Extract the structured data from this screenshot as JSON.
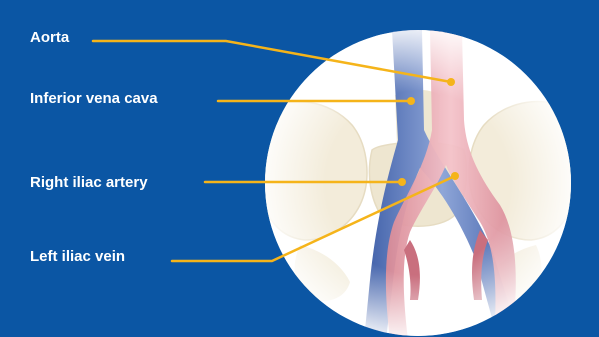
{
  "labels": {
    "aorta": "Aorta",
    "inferior_vena_cava": "Inferior vena cava",
    "right_iliac_artery": "Right iliac artery",
    "left_iliac_vein": "Left iliac vein"
  },
  "colors": {
    "background": "#0b56a4",
    "leader_line": "#f5b41a",
    "artery": "#e9a3ad",
    "vein": "#5f7fc0",
    "bone": "#f1e9d4"
  }
}
